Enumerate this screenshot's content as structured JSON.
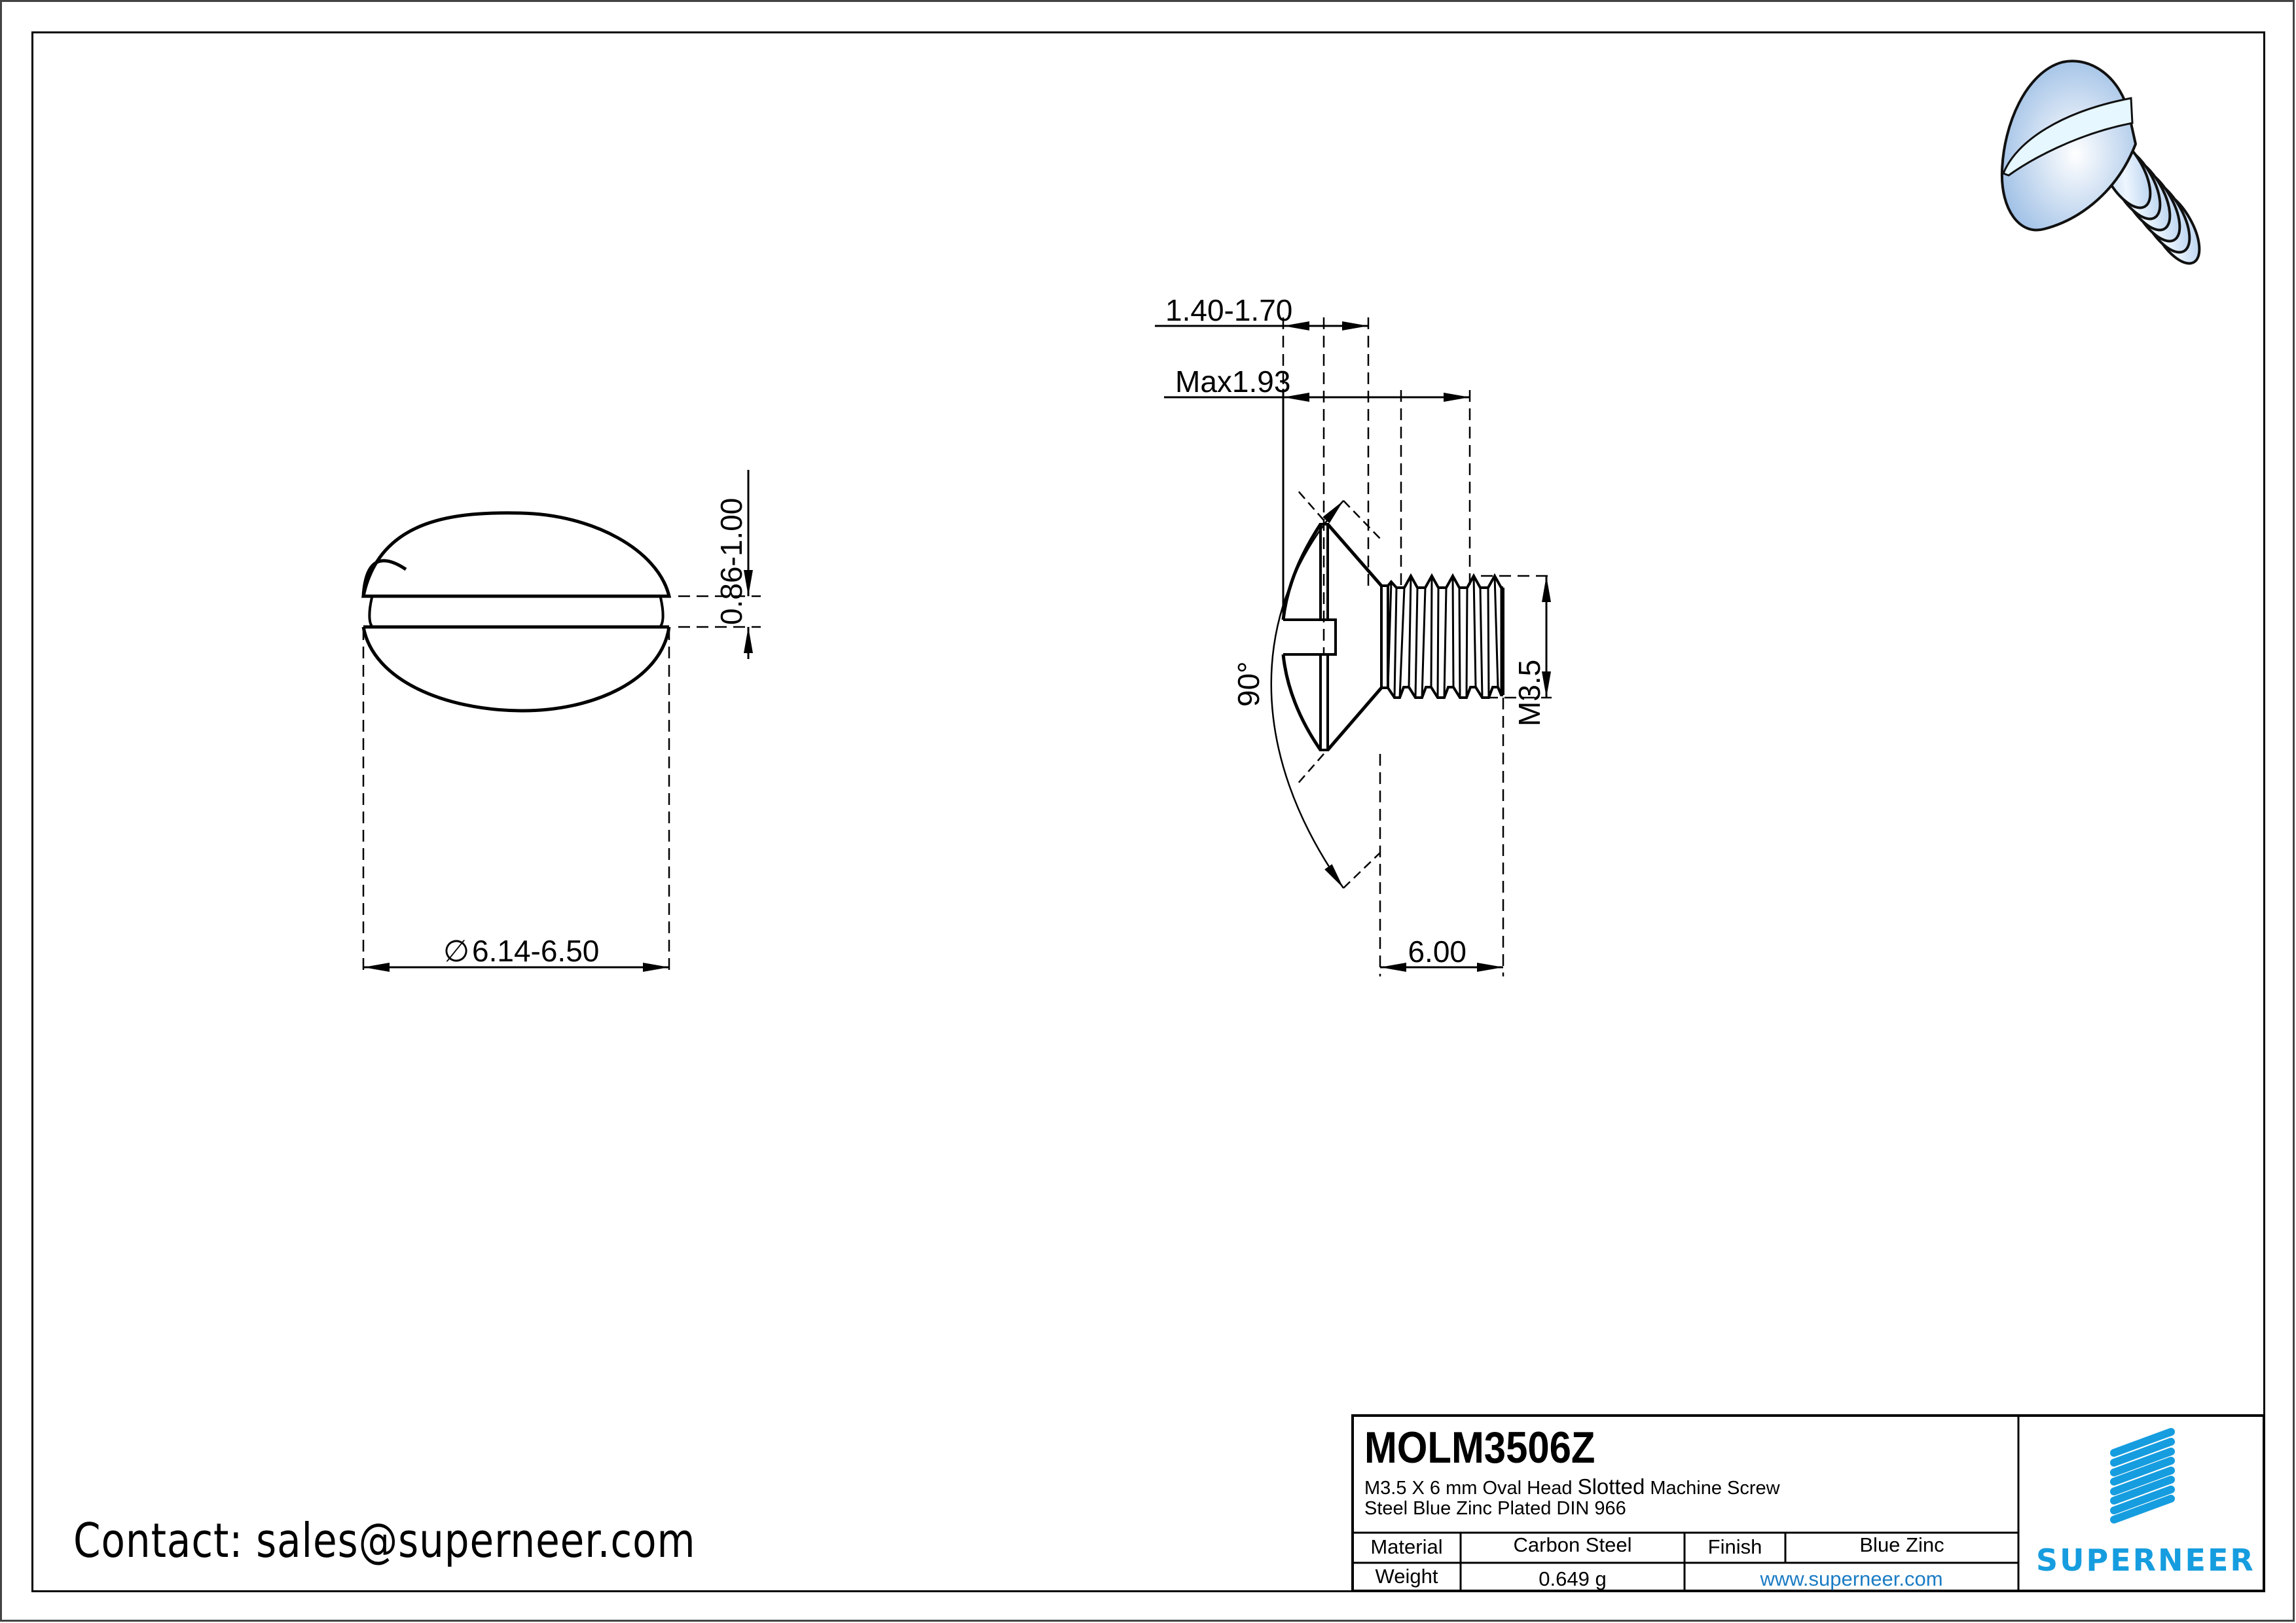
{
  "drawing": {
    "type": "engineering-drawing",
    "part_number": "MOLM3506Z",
    "description_line1_a": "M3.5 X 6 mm  Oval Head ",
    "description_line1_b": "Slotted",
    "description_line1_c": " Machine Screw",
    "description_line2": "Steel Blue Zinc Plated DIN 966",
    "colors": {
      "line": "#000000",
      "brand_blue": "#169ddf",
      "link_blue": "#1b7cc4",
      "render_blue": "#bcd6ef"
    }
  },
  "top_view": {
    "label": "head-top-view",
    "dimensions": {
      "slot_width": "0.86-1.00",
      "head_diameter": "6.14-6.50",
      "diameter_symbol": "∅"
    }
  },
  "side_view": {
    "label": "side-elevation",
    "dimensions": {
      "slot_depth": "1.40-1.70",
      "head_height": "Max1.93",
      "head_angle": "90°",
      "thread": "M3.5",
      "length": "6.00"
    }
  },
  "iso_view": {
    "label": "3d-render",
    "color": "#bcd6ef"
  },
  "title_block": {
    "material_label": "Material",
    "material_value": "Carbon Steel",
    "finish_label": "Finish",
    "finish_value": "Blue Zinc",
    "weight_label": "Weight",
    "weight_value": "0.649 g",
    "website": "www.superneer.com",
    "brand": "SUPERNEER"
  },
  "footer": {
    "contact": "Contact: sales@superneer.com"
  }
}
